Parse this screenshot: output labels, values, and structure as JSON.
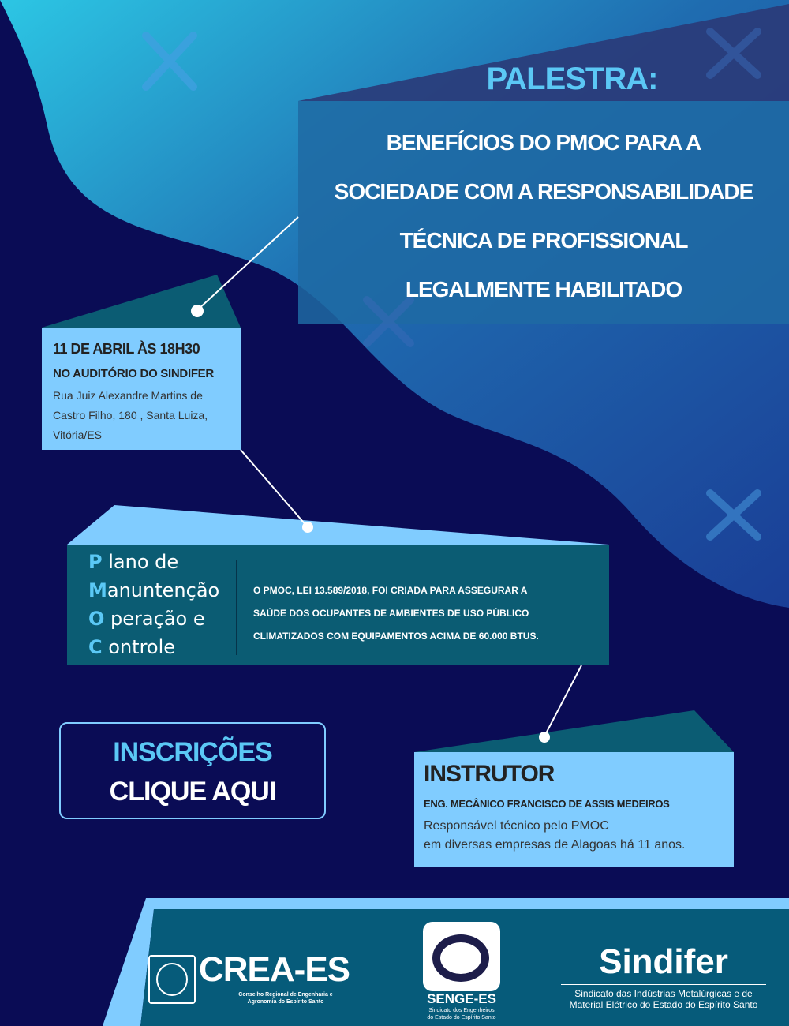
{
  "header": {
    "kicker": "PALESTRA:",
    "title_lines": [
      "BENEFÍCIOS DO PMOC PARA A",
      "SOCIEDADE COM A RESPONSABILIDADE",
      "TÉCNICA DE PROFISSIONAL",
      "LEGALMENTE HABILITADO"
    ]
  },
  "event": {
    "date": "11 DE ABRIL ÀS 18H30",
    "venue": "NO AUDITÓRIO DO SINDIFER",
    "address_lines": [
      "Rua Juiz Alexandre Martins de",
      "Castro Filho, 180 , Santa Luiza,",
      "Vitória/ES"
    ]
  },
  "pmoc": {
    "acronym": [
      {
        "letter": "P",
        "rest": "lano de"
      },
      {
        "letter": "M",
        "rest": "anuntenção"
      },
      {
        "letter": "O",
        "rest": "peração e"
      },
      {
        "letter": "C",
        "rest": "ontrole"
      }
    ],
    "description_lines": [
      "O PMOC,  LEI 13.589/2018, FOI CRIADA PARA ASSEGURAR A",
      "SAÚDE DOS OCUPANTES DE AMBIENTES DE USO PÚBLICO",
      "CLIMATIZADOS COM EQUIPAMENTOS ACIMA DE 60.000 BTUS."
    ]
  },
  "registration": {
    "label": "INSCRIÇÕES",
    "cta": "CLIQUE AQUI"
  },
  "instructor": {
    "heading": "INSTRUTOR",
    "name": "ENG. MECÂNICO FRANCISCO DE ASSIS MEDEIROS",
    "bio_lines": [
      "Responsável técnico pelo PMOC",
      "em diversas empresas de Alagoas há 11 anos."
    ]
  },
  "footer": {
    "crea": {
      "name": "CREA-ES",
      "sub_lines": [
        "Conselho Regional de Engenharia e",
        "Agronomia do Espírito Santo"
      ]
    },
    "senge": {
      "name": "SENGE-ES",
      "sub_lines": [
        "Sindicato dos Engenheiros",
        "do Estado do Espírito Santo"
      ]
    },
    "sindifer": {
      "name": "Sindifer",
      "sub_lines": [
        "Sindicato das Indústrias Metalúrgicas e de",
        "Material Elétrico do Estado do Espírito Santo"
      ]
    }
  },
  "colors": {
    "background": "#0a0c55",
    "accent_light": "#80ccff",
    "teal": "#0b5c73",
    "kicker": "#5bc8f5"
  },
  "icons": [
    "wrench-cross-icon"
  ]
}
